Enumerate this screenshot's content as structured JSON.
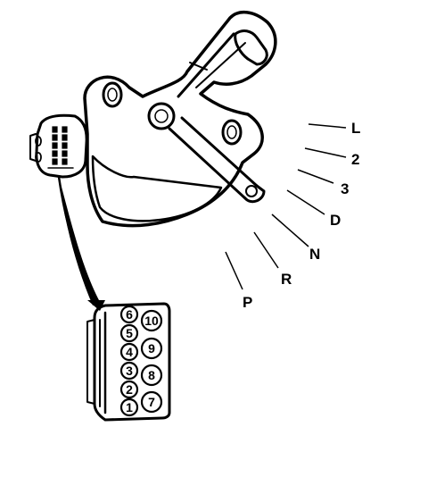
{
  "gear_positions": [
    {
      "id": "L",
      "label": "L"
    },
    {
      "id": "2",
      "label": "2"
    },
    {
      "id": "3",
      "label": "3"
    },
    {
      "id": "D",
      "label": "D"
    },
    {
      "id": "N",
      "label": "N"
    },
    {
      "id": "R",
      "label": "R"
    },
    {
      "id": "P",
      "label": "P"
    }
  ],
  "connector_pins": [
    {
      "id": "6",
      "label": "6"
    },
    {
      "id": "10",
      "label": "10"
    },
    {
      "id": "5",
      "label": "5"
    },
    {
      "id": "9",
      "label": "9"
    },
    {
      "id": "4",
      "label": "4"
    },
    {
      "id": "3",
      "label": "3"
    },
    {
      "id": "8",
      "label": "8"
    },
    {
      "id": "2",
      "label": "2"
    },
    {
      "id": "1",
      "label": "1"
    },
    {
      "id": "7",
      "label": "7"
    }
  ],
  "colors": {
    "ink": "#000000",
    "background": "#ffffff"
  },
  "icons": {
    "switch": "neutral-safety-switch-icon",
    "connector": "connector-pinout-icon"
  }
}
